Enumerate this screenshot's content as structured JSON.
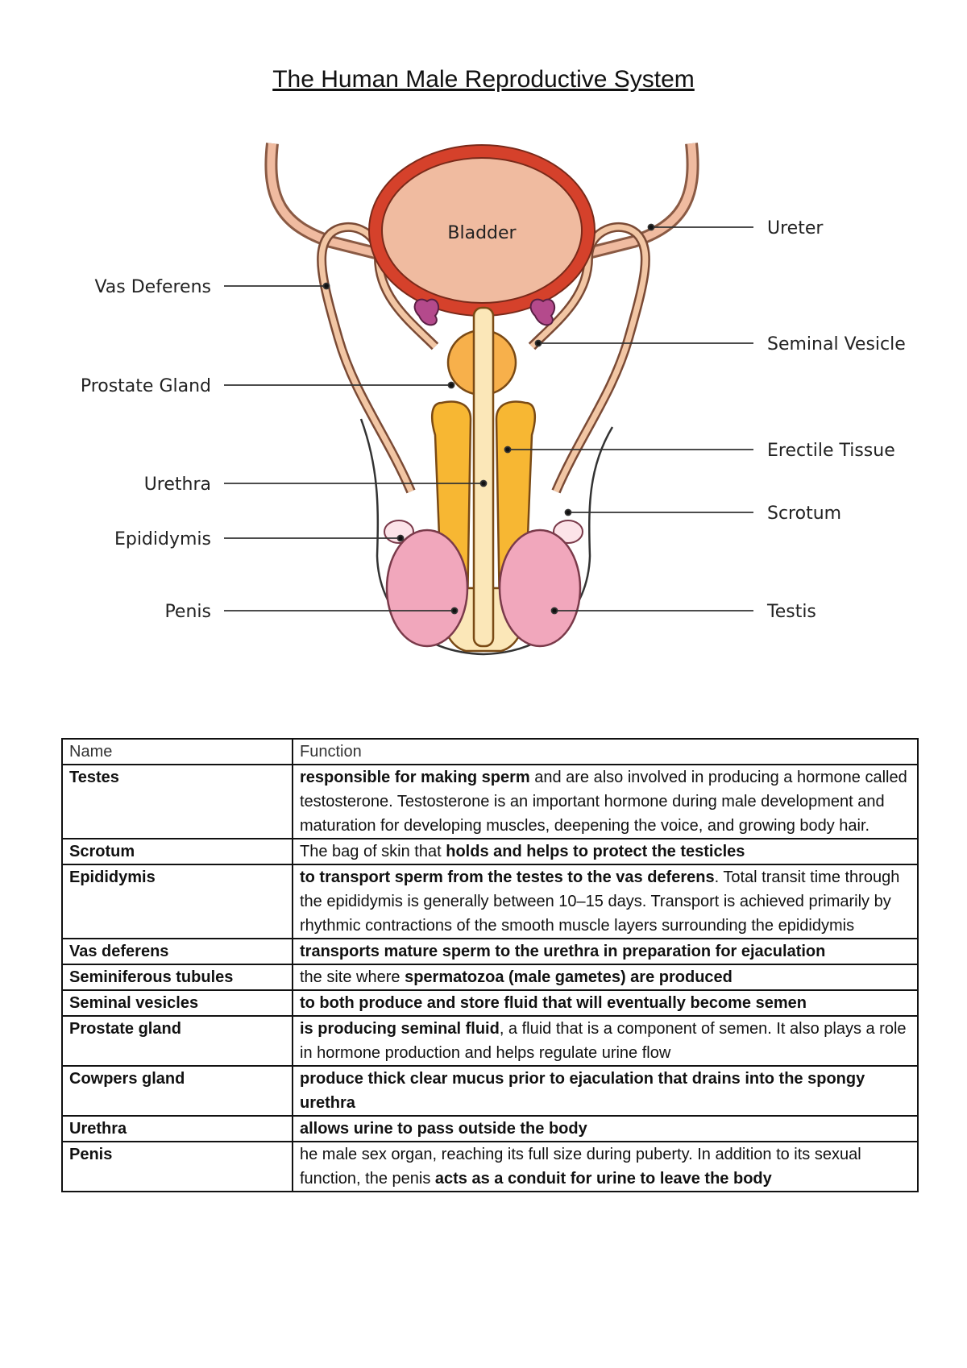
{
  "title": "The Human Male Reproductive System",
  "diagram": {
    "bladder_label": "Bladder",
    "labels_left": [
      "Vas Deferens",
      "Prostate Gland",
      "Urethra",
      "Epididymis",
      "Penis"
    ],
    "labels_right": [
      "Ureter",
      "Seminal Vesicle",
      "Erectile Tissue",
      "Scrotum",
      "Testis"
    ],
    "colors": {
      "bladder_wall": "#d5412b",
      "bladder_fill": "#f0bba0",
      "tubes": "#f2c6a4",
      "erectile": "#f7b733",
      "testis": "#f1a7bc",
      "seminal_vesicle": "#b44a8c"
    }
  },
  "table": {
    "headers": [
      "Name",
      "Function"
    ],
    "rows": [
      {
        "name": "Testes",
        "bold": "responsible for making sperm",
        "rest": " and are also involved in producing a hormone called testosterone. Testosterone is an important hormone during male development and maturation for developing muscles, deepening the voice, and growing body hair."
      },
      {
        "name": "Scrotum",
        "pre": "The bag of skin that ",
        "bold": "holds and helps to protect the testicles",
        "rest": ""
      },
      {
        "name": "Epididymis",
        "bold": "to transport sperm from the testes to the vas deferens",
        "rest": ". Total transit time through the epididymis is generally between 10–15 days. Transport is achieved primarily by rhythmic contractions of the smooth muscle layers surrounding the epididymis"
      },
      {
        "name": "Vas deferens",
        "bold": "transports mature sperm to the urethra in preparation for ejaculation",
        "rest": ""
      },
      {
        "name": "Seminiferous tubules",
        "pre": "the site where ",
        "bold": "spermatozoa (male gametes) are produced",
        "rest": ""
      },
      {
        "name": "Seminal vesicles",
        "bold": "to both produce and store fluid that will eventually become semen",
        "rest": ""
      },
      {
        "name": "Prostate gland",
        "bold": "is producing seminal fluid",
        "rest": ", a fluid that is a component of semen. It also plays a role in hormone production and helps regulate urine flow"
      },
      {
        "name": "Cowpers gland",
        "bold": "produce thick clear mucus prior to ejaculation that drains into the spongy urethra",
        "rest": ""
      },
      {
        "name": "Urethra",
        "bold": "allows urine to pass outside the body",
        "rest": ""
      },
      {
        "name": "Penis",
        "pre": "he male sex organ, reaching its full size during puberty. In addition to its sexual function, the penis ",
        "bold": "acts as a conduit for urine to leave the body",
        "rest": ""
      }
    ]
  }
}
